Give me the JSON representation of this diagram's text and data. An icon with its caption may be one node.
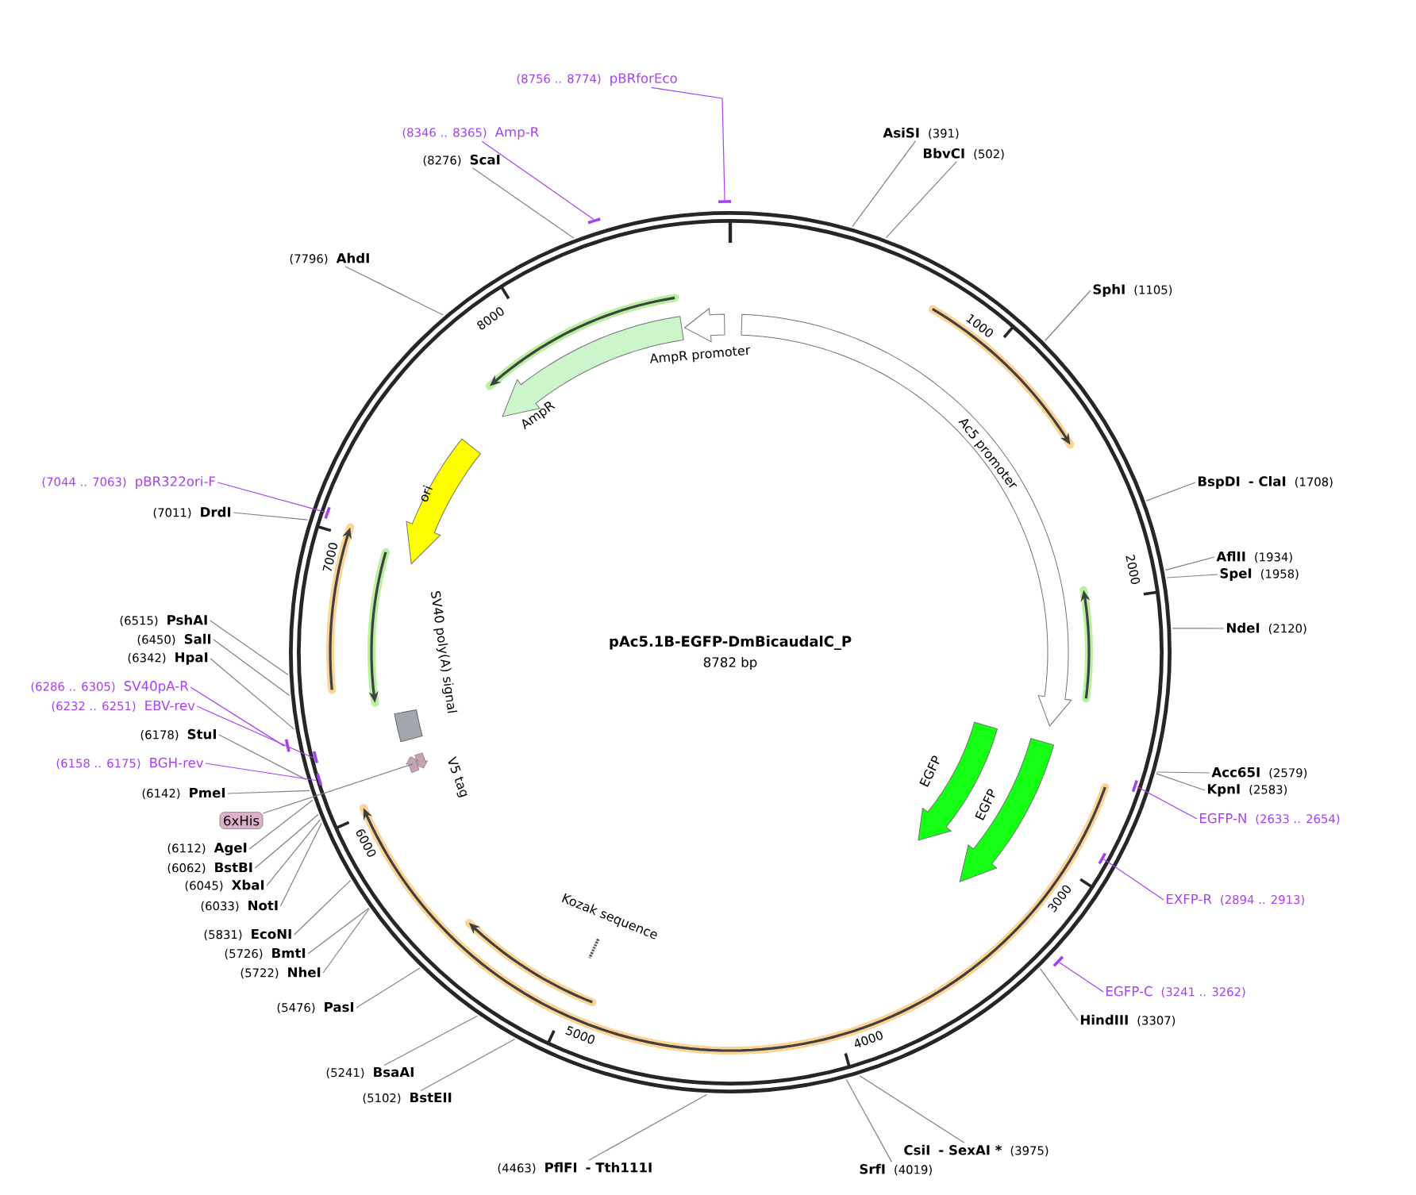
{
  "diagram": {
    "title": "pAc5.1B-EGFP-DmBicaudalC_P",
    "nodes": [
      {
        "text": [
          "(8756 .. 8774)",
          "pBRforEco"
        ]
      },
      {
        "text": [
          "(8346 .. 8365)",
          "Amp-R"
        ]
      },
      {
        "text": [
          "(8276)",
          "ScaI"
        ]
      },
      {
        "text": [
          "AsiSI",
          "(391)"
        ]
      },
      {
        "text": [
          "BbvCI",
          "(502)"
        ]
      },
      {
        "text": [
          "(7796)",
          "AhdI"
        ]
      },
      {
        "text": [
          "SphI",
          "(1105)"
        ]
      },
      {
        "text": [
          "(7044 .. 7063)",
          "pBR322ori-F"
        ]
      },
      {
        "text": [
          "(7011)",
          "DrdI"
        ]
      },
      {
        "text": [
          "BspDI",
          "- ClaI",
          "(1708)"
        ]
      },
      {
        "text": [
          "AflII",
          "(1934)"
        ]
      },
      {
        "text": [
          "SpeI",
          "(1958)"
        ]
      },
      {
        "text": [
          "(6515)",
          "PshAI"
        ]
      },
      {
        "text": [
          "(6450)",
          "SalI"
        ]
      },
      {
        "text": [
          "(6342)",
          "HpaI"
        ]
      },
      {
        "text": [
          "(6286 .. 6305)",
          "SV40pA-R"
        ]
      },
      {
        "text": [
          "(6232 .. 6251)",
          "EBV-rev"
        ]
      },
      {
        "text": [
          "NdeI",
          "(2120)"
        ]
      },
      {
        "text": [
          "(6178)",
          "StuI"
        ]
      },
      {
        "text": [
          "(6158 .. 6175)",
          "BGH-rev"
        ]
      },
      {
        "text": [
          "Acc65I",
          "(2579)"
        ]
      },
      {
        "text": [
          "KpnI",
          "(2583)"
        ]
      },
      {
        "text": [
          "(6142)",
          "PmeI"
        ]
      },
      {
        "text": [
          "EGFP-N",
          "(2633 .. 2654)"
        ]
      },
      {
        "text": [
          "6xHis"
        ]
      },
      {
        "text": [
          "(6112)",
          "AgeI"
        ]
      },
      {
        "text": [
          "(6062)",
          "BstBI"
        ]
      },
      {
        "text": [
          "(6045)",
          "XbaI"
        ]
      },
      {
        "text": [
          "EXFP-R",
          "(2894 .. 2913)"
        ]
      },
      {
        "text": [
          "(6033)",
          "NotI"
        ]
      },
      {
        "text": [
          "(5831)",
          "EcoNI"
        ]
      },
      {
        "text": [
          "(5726)",
          "BmtI"
        ]
      },
      {
        "text": [
          "(5722)",
          "NheI"
        ]
      },
      {
        "text": [
          "EGFP-C",
          "(3241 .. 3262)"
        ]
      },
      {
        "text": [
          "(5476)",
          "PasI"
        ]
      },
      {
        "text": [
          "HindIII",
          "(3307)"
        ]
      },
      {
        "text": [
          "(5241)",
          "BsaAI"
        ]
      },
      {
        "text": [
          "(5102)",
          "BstEII"
        ]
      },
      {
        "text": [
          "CsiI",
          "- SexAI *",
          "(3975)"
        ]
      },
      {
        "text": [
          "SrfI",
          "(4019)"
        ]
      },
      {
        "text": [
          "(4463)",
          "PflFI",
          "- Tth111I"
        ]
      },
      {
        "text": [
          "AmpR promoter"
        ]
      },
      {
        "text": [
          "Ac5 promoter"
        ]
      },
      {
        "text": [
          "AmpR"
        ]
      },
      {
        "text": [
          "ori"
        ]
      },
      {
        "text": [
          "SV40 poly(A) signal"
        ]
      },
      {
        "text": [
          "V5 tag"
        ]
      },
      {
        "text": [
          "EGFP"
        ]
      },
      {
        "text": [
          "EGFP"
        ]
      },
      {
        "text": [
          "Kozak sequence"
        ]
      },
      {
        "text": [],
        "shape": "arrow"
      }
    ],
    "edges": [
      {
        "from": 0,
        "to": null,
        "arrow": "none",
        "color": "#a640f0"
      },
      {
        "from": 1,
        "to": null,
        "arrow": "none",
        "color": "#a640f0"
      },
      {
        "from": 2,
        "to": null,
        "arrow": "none"
      },
      {
        "from": 3,
        "to": null,
        "arrow": "none"
      },
      {
        "from": 4,
        "to": null,
        "arrow": "none"
      },
      {
        "from": 5,
        "to": null,
        "arrow": "none"
      },
      {
        "from": 6,
        "to": null,
        "arrow": "none"
      },
      {
        "from": 7,
        "to": null,
        "arrow": "none",
        "color": "#a640f0"
      },
      {
        "from": 8,
        "to": null,
        "arrow": "none"
      },
      {
        "from": 9,
        "to": null,
        "arrow": "none"
      },
      {
        "from": 10,
        "to": null,
        "arrow": "none"
      },
      {
        "from": 11,
        "to": null,
        "arrow": "none"
      },
      {
        "from": 12,
        "to": null,
        "arrow": "none"
      },
      {
        "from": 13,
        "to": null,
        "arrow": "none"
      },
      {
        "from": 14,
        "to": null,
        "arrow": "none"
      },
      {
        "from": 15,
        "to": null,
        "arrow": "none",
        "color": "#a640f0"
      },
      {
        "from": 16,
        "to": null,
        "arrow": "none",
        "color": "#a640f0"
      },
      {
        "from": 17,
        "to": null,
        "arrow": "none"
      },
      {
        "from": 18,
        "to": null,
        "arrow": "none"
      },
      {
        "from": 19,
        "to": null,
        "arrow": "none",
        "color": "#a640f0"
      },
      {
        "from": 20,
        "to": null,
        "arrow": "none"
      },
      {
        "from": 21,
        "to": null,
        "arrow": "none"
      },
      {
        "from": 22,
        "to": null,
        "arrow": "none"
      },
      {
        "from": 23,
        "to": null,
        "arrow": "none",
        "color": "#a640f0"
      },
      {
        "from": 24,
        "to": 50,
        "arrow": "none"
      },
      {
        "from": 25,
        "to": null,
        "arrow": "none"
      },
      {
        "from": 26,
        "to": null,
        "arrow": "none"
      },
      {
        "from": 27,
        "to": null,
        "arrow": "none"
      },
      {
        "from": 28,
        "to": null,
        "arrow": "none",
        "color": "#a640f0"
      },
      {
        "from": 29,
        "to": null,
        "arrow": "none"
      },
      {
        "from": 30,
        "to": null,
        "arrow": "none"
      },
      {
        "from": 31,
        "to": null,
        "arrow": "none"
      },
      {
        "from": 32,
        "to": null,
        "arrow": "none"
      },
      {
        "from": 33,
        "to": null,
        "arrow": "none",
        "color": "#a640f0"
      },
      {
        "from": 34,
        "to": null,
        "arrow": "none"
      },
      {
        "from": 35,
        "to": null,
        "arrow": "none"
      },
      {
        "from": 36,
        "to": null,
        "arrow": "none"
      },
      {
        "from": 37,
        "to": null,
        "arrow": "none"
      },
      {
        "from": 38,
        "to": null,
        "arrow": "none"
      },
      {
        "from": 39,
        "to": null,
        "arrow": "none"
      },
      {
        "from": 40,
        "to": null,
        "arrow": "none"
      }
    ],
    "labels": [
      "1000",
      "2000",
      "3000",
      "4000",
      "5000",
      "6000",
      "7000",
      "8000",
      "8782 bp"
    ]
  }
}
